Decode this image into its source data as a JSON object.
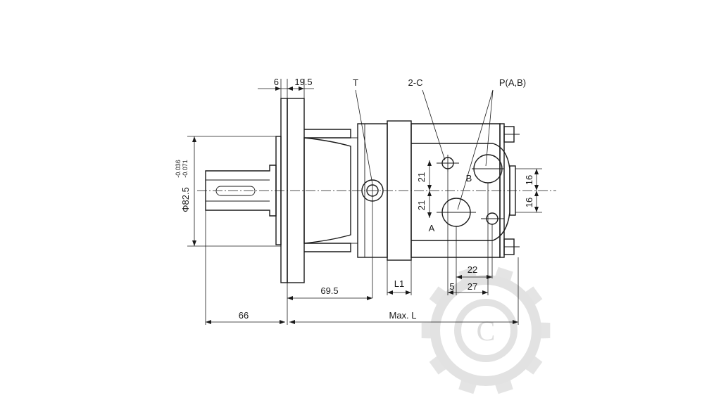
{
  "drawing": {
    "labels": {
      "flange_thickness": "6",
      "flange_width": "19.5",
      "port_t": "T",
      "port_2c": "2-C",
      "port_pab": "P(A,B)",
      "port_b": "B",
      "port_a": "A",
      "dim_21_upper": "21",
      "dim_21_lower": "21",
      "dim_16_upper": "16",
      "dim_16_lower": "16",
      "dim_22": "22",
      "dim_27": "27",
      "dim_5": "5",
      "dim_l1": "L1",
      "dim_69_5": "69.5",
      "dim_66": "66",
      "dim_max_l": "Max. L",
      "pilot_diameter": "Φ82.5",
      "tol_upper": "-0.036",
      "tol_lower": "-0.071"
    },
    "watermark": {
      "letter": "C"
    }
  }
}
